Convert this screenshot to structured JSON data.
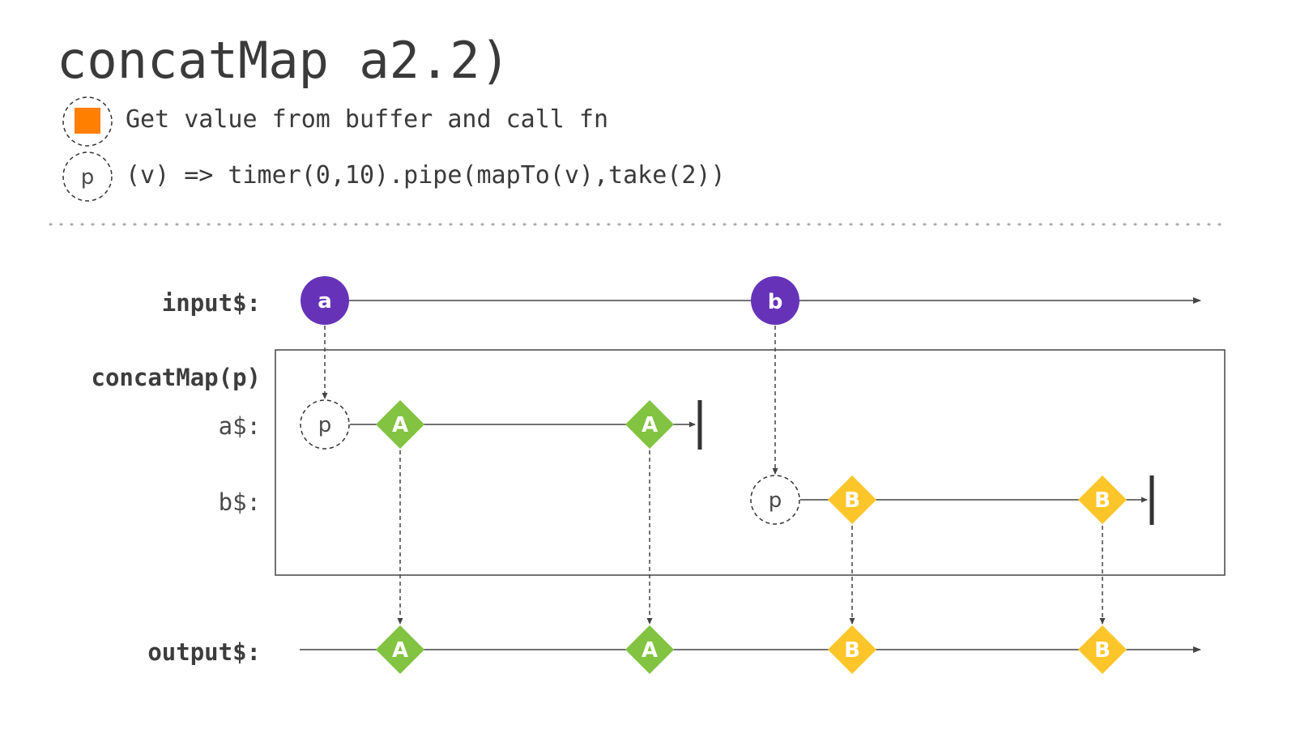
{
  "title": "concatMap a2.2)",
  "legend": [
    {
      "icon": "orange-square",
      "color": "#ff7f00",
      "text": "Get value from buffer and call fn"
    },
    {
      "icon": "p",
      "text": "(v) => timer(0,10).pipe(mapTo(v),take(2))"
    }
  ],
  "labels": {
    "input": "input$:",
    "operator": "concatMap(p)",
    "a_stream": "a$:",
    "b_stream": "b$:",
    "output": "output$:"
  },
  "marbles": {
    "input_a": "a",
    "input_b": "b",
    "inner_p": "p",
    "value_A": "A",
    "value_B": "B"
  },
  "colors": {
    "purple": "#6633b8",
    "green": "#82c341",
    "yellow": "#fcc62a",
    "orange": "#ff7f00",
    "line": "#444444"
  }
}
